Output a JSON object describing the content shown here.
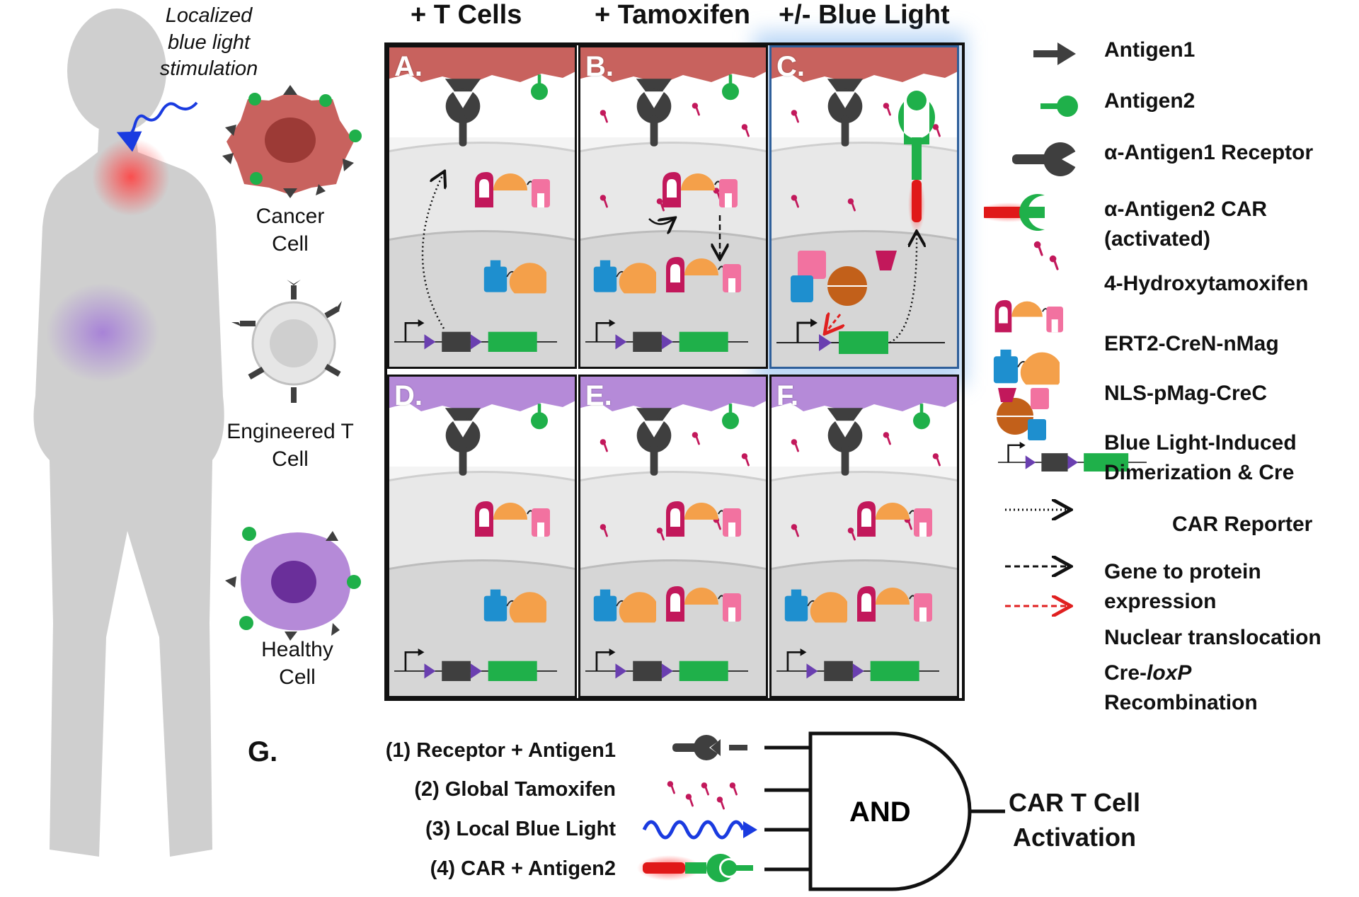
{
  "annotation": {
    "line1": "Localized",
    "line2": "blue light",
    "line3": "stimulation"
  },
  "columns": {
    "col1": "+ T Cells",
    "col2": "+ Tamoxifen",
    "col3": "+/- Blue Light"
  },
  "cell_types": {
    "cancer": {
      "line1": "Cancer",
      "line2": "Cell"
    },
    "tcell": {
      "line1": "Engineered T",
      "line2": "Cell"
    },
    "healthy": {
      "line1": "Healthy",
      "line2": "Cell"
    }
  },
  "panels": [
    "A.",
    "B.",
    "C.",
    "D.",
    "E.",
    "F."
  ],
  "legend": {
    "antigen1": "Antigen1",
    "antigen2": "Antigen2",
    "receptor": "α-Antigen1 Receptor",
    "car_line1": "α-Antigen2 CAR",
    "car_line2": "(activated)",
    "tamoxifen": "4-Hydroxytamoxifen",
    "ert2": "ERT2-CreN-nMag",
    "nls": "NLS-pMag-CreC",
    "dimer_line1": "Blue Light-Induced",
    "dimer_line2": "Dimerization & Cre",
    "reporter": "CAR Reporter",
    "gene_line1": "Gene to protein",
    "gene_line2": "expression",
    "nuclear": "Nuclear translocation",
    "cre_prefix": "Cre-",
    "cre_italic": "loxP",
    "cre_line2": "Recombination"
  },
  "gate": {
    "label": "G.",
    "inputs": [
      "(1) Receptor + Antigen1",
      "(2) Global Tamoxifen",
      "(3) Local Blue Light",
      "(4) CAR + Antigen2"
    ],
    "gate_text": "AND",
    "output_line1": "CAR T Cell",
    "output_line2": "Activation"
  },
  "colors": {
    "cancer": "#c8625e",
    "healthy": "#b58ad8",
    "antigen": "#1fb04a",
    "receptor": "#3f3f3f",
    "tamoxifen": "#c2185b",
    "ert2": "#f4a04a",
    "nmag": "#f272a0",
    "pmag": "#1e8fcf",
    "loxp": "#6a3fb0",
    "blue_light": "#1a3be0",
    "glow": "#ff2a2a"
  }
}
